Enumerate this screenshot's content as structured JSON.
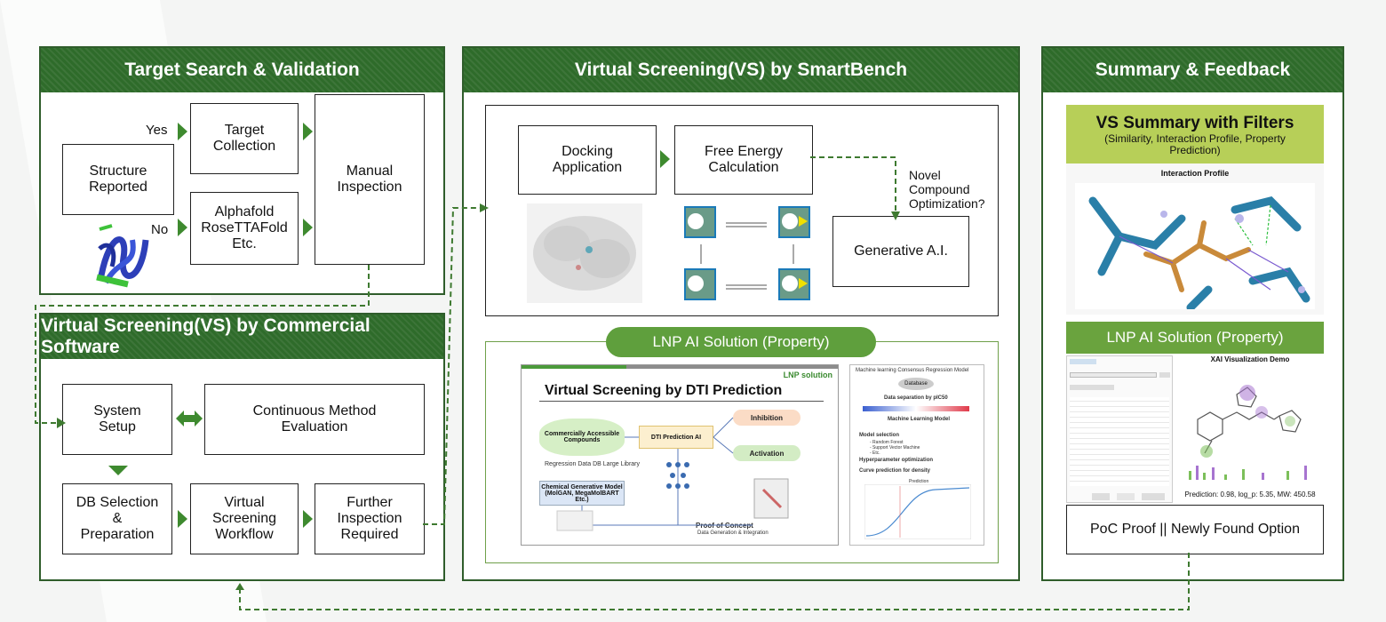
{
  "panels": {
    "target": {
      "title": "Target Search & Validation",
      "yes": "Yes",
      "no": "No",
      "structure_reported": "Structure\nReported",
      "target_collection": "Target\nCollection",
      "alphafold": "Alphafold\nRoseTTAFold\nEtc.",
      "manual_inspection": "Manual\nInspection"
    },
    "commercial": {
      "title": "Virtual Screening(VS) by Commercial Software",
      "system_setup": "System\nSetup",
      "continuous_method": "Continuous Method\nEvaluation",
      "db_selection": "DB Selection\n&\nPreparation",
      "vs_workflow": "Virtual\nScreening\nWorkflow",
      "further_inspection": "Further\nInspection\nRequired"
    },
    "smartbench": {
      "title": "Virtual Screening(VS) by SmartBench",
      "docking": "Docking\nApplication",
      "free_energy": "Free Energy\nCalculation",
      "novel_question": "Novel\nCompound\nOptimization?",
      "generative_ai": "Generative A.I.",
      "lnp_pill": "LNP AI Solution (Property)",
      "dti_title": "Virtual Screening by DTI Prediction",
      "lnp_logo": "LNP solution",
      "commercial_compounds": "Commercially Accessible\nCompounds",
      "regression_caption": "Regression Data DB Large Library",
      "dti_ai": "DTI Prediction AI",
      "inhibition": "Inhibition",
      "activation": "Activation",
      "chem_gen_model": "Chemical Generative Model\n(MolGAN, MegaMolBART Etc.)",
      "proof_concept": "Proof of Concept",
      "proof_caption": "Data Generation & Integration",
      "ml_header": "Machine learning Consensus Regression Model",
      "ml_database": "Database",
      "ml_data_sep": "Data separation by pIC50",
      "ml_model": "Machine Learning Model",
      "ml_bullets": [
        "Model selection",
        "Hyperparameter optimization",
        "Curve prediction for density"
      ],
      "ml_sub": "- Random Forest\n- Support Vector Machine\n- Etc.",
      "ml_plot_title": "Prediction"
    },
    "summary": {
      "title": "Summary & Feedback",
      "vs_summary_title": "VS Summary with Filters",
      "vs_summary_sub": "(Similarity, Interaction Profile, Property\nPrediction)",
      "interaction_profile": "Interaction Profile",
      "lnp_header": "LNP AI Solution (Property)",
      "xai_title": "XAI Visualization Demo",
      "prediction_text": "Prediction: 0.98, log_p: 5.35, MW: 450.58",
      "poc": "PoC Proof || Newly Found Option"
    }
  },
  "colors": {
    "panel_header": "#2e6b2a",
    "arrow": "#3e8a2f",
    "summary_header": "#b7cf58",
    "lnp_pill": "#5f9f3d"
  },
  "icons": [
    "protein-structure-icon",
    "double-arrow-icon",
    "flow-arrow-icon"
  ]
}
